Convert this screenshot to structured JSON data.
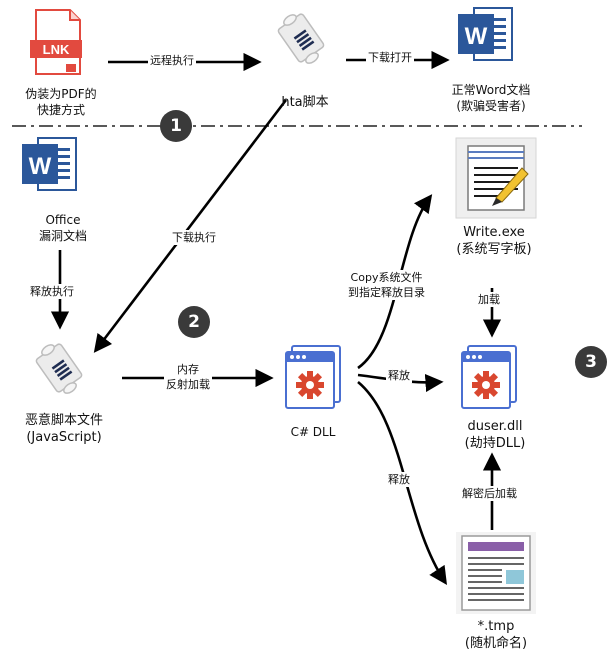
{
  "nodes": {
    "lnk": {
      "icon_text": "LNK",
      "label_line1": "伪装为PDF的",
      "label_line2": "快捷方式"
    },
    "hta": {
      "label": "hta脚本"
    },
    "word_top": {
      "icon_text": "W",
      "label_line1": "正常Word文档",
      "label_line2": "(欺骗受害者)"
    },
    "office": {
      "icon_text": "W",
      "label_line1": "Office",
      "label_line2": "漏洞文档"
    },
    "script": {
      "label_line1": "恶意脚本文件",
      "label_line2": "(JavaScript)"
    },
    "csdll": {
      "label": "C# DLL"
    },
    "write": {
      "label_line1": "Write.exe",
      "label_line2": "(系统写字板)"
    },
    "duser": {
      "label_line1": "duser.dll",
      "label_line2": "(劫持DLL)"
    },
    "tmp": {
      "label_line1": "*.tmp",
      "label_line2": "(随机命名)"
    }
  },
  "edges": {
    "remote_exec": "远程执行",
    "download_open": "下载打开",
    "download_exec": "下载执行",
    "release_exec": "释放执行",
    "memory_line1": "内存",
    "memory_line2": "反射加载",
    "copy_line1": "Copy系统文件",
    "copy_line2": "到指定释放目录",
    "load": "加载",
    "release_mid": "释放",
    "release_low": "释放",
    "decrypt_load": "解密后加载"
  },
  "badges": {
    "one": "1",
    "two": "2",
    "three": "3"
  },
  "colors": {
    "lnk_red": "#e24a3f",
    "word_blue": "#2b579a",
    "gear_red": "#d9472f",
    "dll_blue": "#4a6fd1",
    "tmp_purple": "#8a5fa8",
    "tmp_teal": "#8fc7d9",
    "badge_dark": "#3a3a3a"
  }
}
